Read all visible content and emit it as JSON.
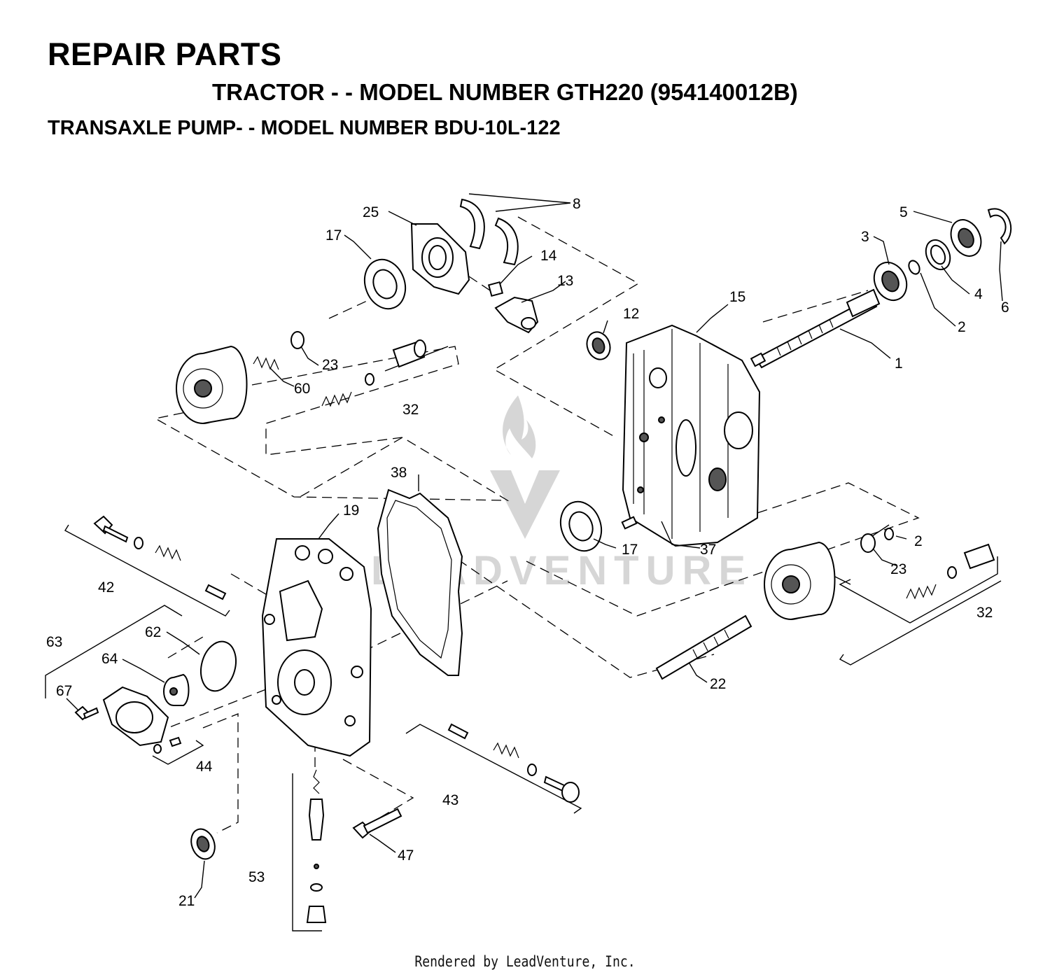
{
  "header": {
    "title": "REPAIR PARTS",
    "subtitle": "TRACTOR - - MODEL NUMBER GTH220 (954140012B)",
    "section": "TRANSAXLE PUMP- - MODEL NUMBER BDU-10L-122"
  },
  "watermark": {
    "text": "LEADVENTURE"
  },
  "footer": {
    "text": "Rendered by LeadVenture, Inc."
  },
  "callouts": {
    "c1": "1",
    "c2a": "2",
    "c2b": "2",
    "c3": "3",
    "c4": "4",
    "c5": "5",
    "c6": "6",
    "c8": "8",
    "c12": "12",
    "c13": "13",
    "c14": "14",
    "c15": "15",
    "c17a": "17",
    "c17b": "17",
    "c19": "19",
    "c21": "21",
    "c22": "22",
    "c23a": "23",
    "c23b": "23",
    "c25": "25",
    "c32a": "32",
    "c32b": "32",
    "c37": "37",
    "c38": "38",
    "c42": "42",
    "c43": "43",
    "c44": "44",
    "c47": "47",
    "c53": "53",
    "c60": "60",
    "c62": "62",
    "c63": "63",
    "c64": "64",
    "c67": "67"
  }
}
